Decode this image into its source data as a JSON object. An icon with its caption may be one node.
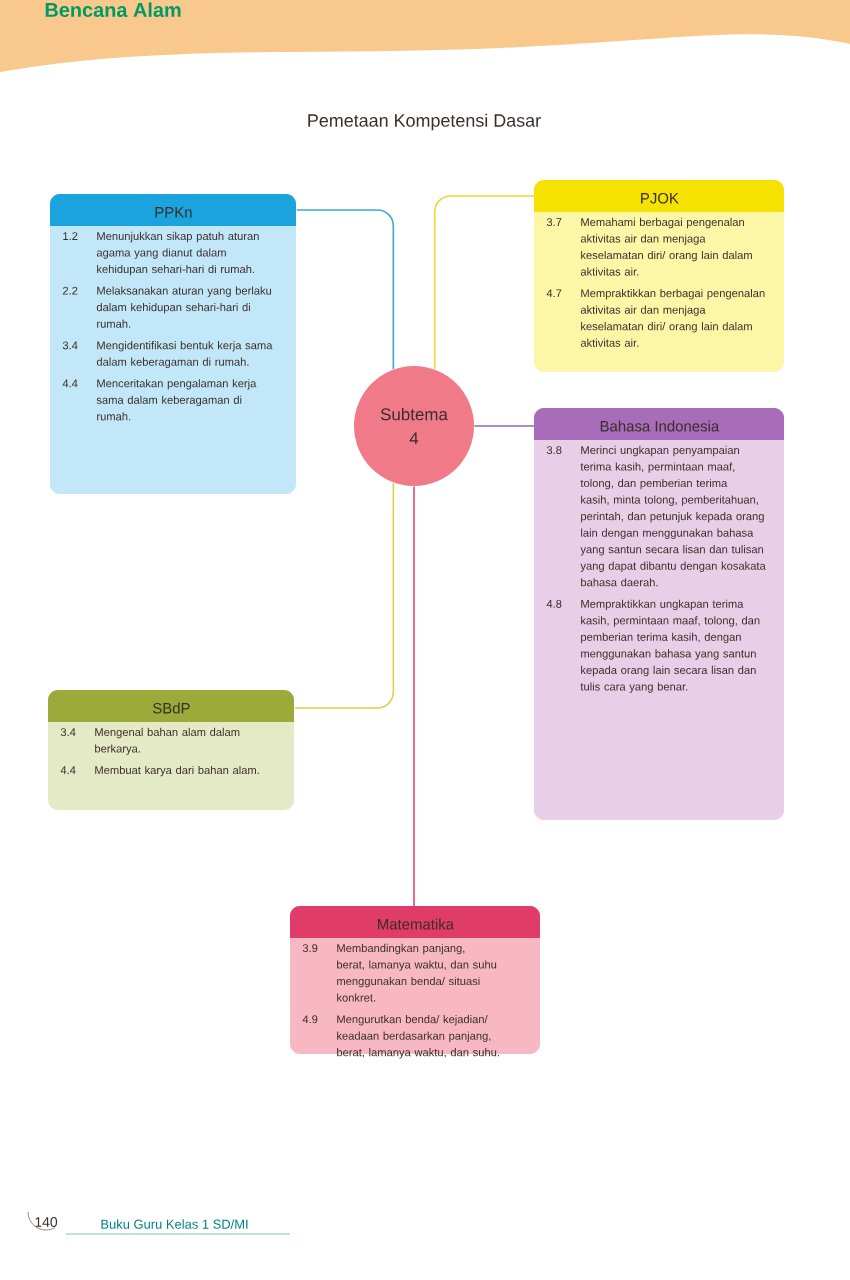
{
  "diagram": {
    "title": "Pemetaan Kompetensi Dasar",
    "nodes": [
      {
        "text": [
          "PPKn",
          "1.2",
          "Menunjukkan sikap patuh aturan agama yang dianut dalam kehidupan sehari-hari di rumah.",
          "2.2",
          "Melaksanakan aturan yang berlaku dalam kehidupan sehari-hari di rumah.",
          "3.4",
          "Mengidentifikasi bentuk kerja sama dalam keberagaman di rumah.",
          "4.4",
          "Menceritakan pengalaman kerja sama dalam keberagaman di rumah."
        ]
      },
      {
        "text": [
          "PJOK",
          "3.7",
          "Memahami berbagai pengenalan aktivitas air dan menjaga keselamatan diri/ orang lain dalam aktivitas air.",
          "4.7",
          "Mempraktikkan berbagai pengenalan aktivitas air dan menjaga keselamatan diri/ orang lain dalam aktivitas air."
        ]
      },
      {
        "text": [
          "Subtema 4"
        ]
      },
      {
        "text": [
          "Bahasa Indonesia",
          "3.8",
          "Merinci ungkapan penyampaian terima kasih, permintaan maaf, tolong, dan pemberian terima kasih, minta tolong, pemberitahuan, perintah, dan petunjuk kepada orang lain dengan menggunakan bahasa yang santun secara lisan dan tulisan yang dapat dibantu dengan kosakata bahasa daerah.",
          "4.8",
          "Mempraktikkan ungkapan terima kasih, permintaan maaf, tolong, dan pemberian terima kasih, dengan menggunakan bahasa yang santun kepada orang lain secara lisan dan tulis cara yang benar."
        ]
      },
      {
        "text": [
          "SBdP",
          "3.4",
          "Mengenal bahan alam dalam berkarya.",
          "4.4",
          "Membuat karya dari bahan alam."
        ]
      },
      {
        "text": [
          "Matematika",
          "3.9",
          "Membandingkan panjang, berat, lamanya waktu, dan suhu menggunakan benda/ situasi konkret.",
          "4.9",
          "Mengurutkan benda/ kejadian/ keadaan berdasarkan panjang, berat, lamanya waktu, dan suhu."
        ]
      }
    ],
    "edges": [
      {
        "from": 2,
        "to": 0,
        "arrow": "none",
        "color": "#3aa8d0"
      },
      {
        "from": 2,
        "to": 1,
        "arrow": "none",
        "color": "#f0d43a"
      },
      {
        "from": 2,
        "to": 3,
        "arrow": "none",
        "color": "#9a66b0"
      },
      {
        "from": 2,
        "to": 4,
        "arrow": "none",
        "color": "#dcd24a"
      },
      {
        "from": 2,
        "to": 5,
        "arrow": "none",
        "color": "#d8487a"
      }
    ],
    "labels": [
      "Bencana Alam",
      "140",
      "Buku Guru Kelas 1 SD/MI"
    ]
  }
}
